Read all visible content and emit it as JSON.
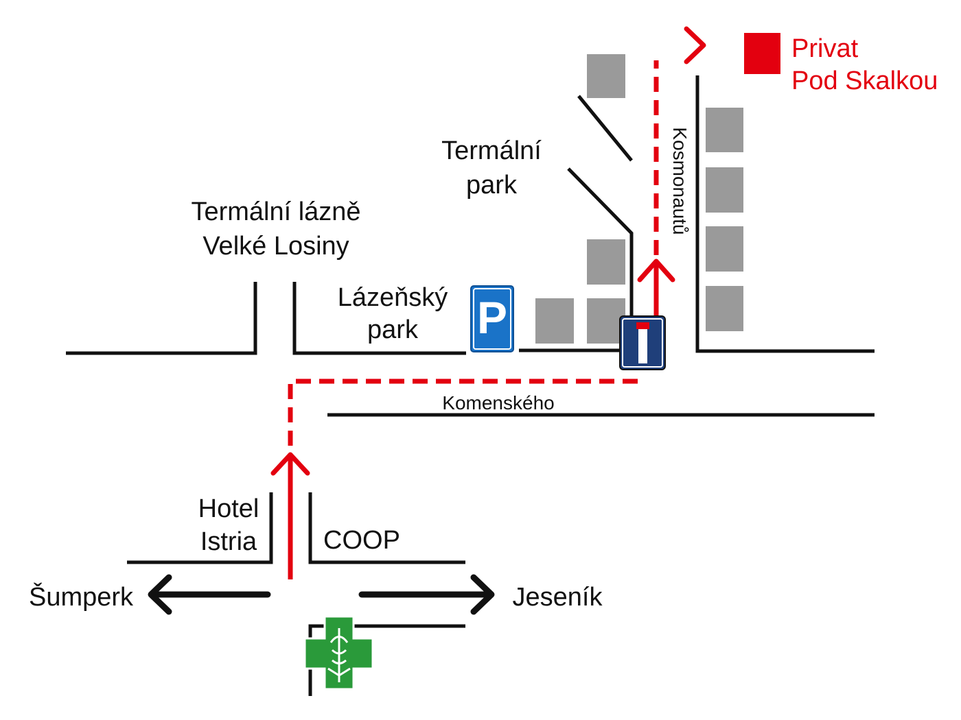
{
  "labels": {
    "termalni_lazne_line1": "Termální lázně",
    "termalni_lazne_line2": "Velké Losiny",
    "termalni_park_line1": "Termální",
    "termalni_park_line2": "park",
    "lazensky_park_line1": "Lázeňský",
    "lazensky_park_line2": "park",
    "komenskeho": "Komenského",
    "kosmonautu": "Kosmonautů",
    "hotel_line1": "Hotel",
    "hotel_line2": "Istria",
    "coop": "COOP",
    "sumperk": "Šumperk",
    "jesenik": "Jeseník",
    "destination_line1": "Privat",
    "destination_line2": "Pod Skalkou"
  },
  "signs": {
    "parking_letter": "P"
  },
  "icons": {
    "parking": "parking-sign-icon",
    "dead_end": "dead-end-road-sign-icon",
    "pharmacy": "pharmacy-cross-icon",
    "destination": "destination-square-icon"
  },
  "colors": {
    "route": "#e3000f",
    "road": "#111111",
    "building": "#9a9a9a",
    "parking_blue": "#1a73c8",
    "dead_end_navy": "#1f3f7a",
    "pharmacy_green": "#2a9a3a"
  }
}
